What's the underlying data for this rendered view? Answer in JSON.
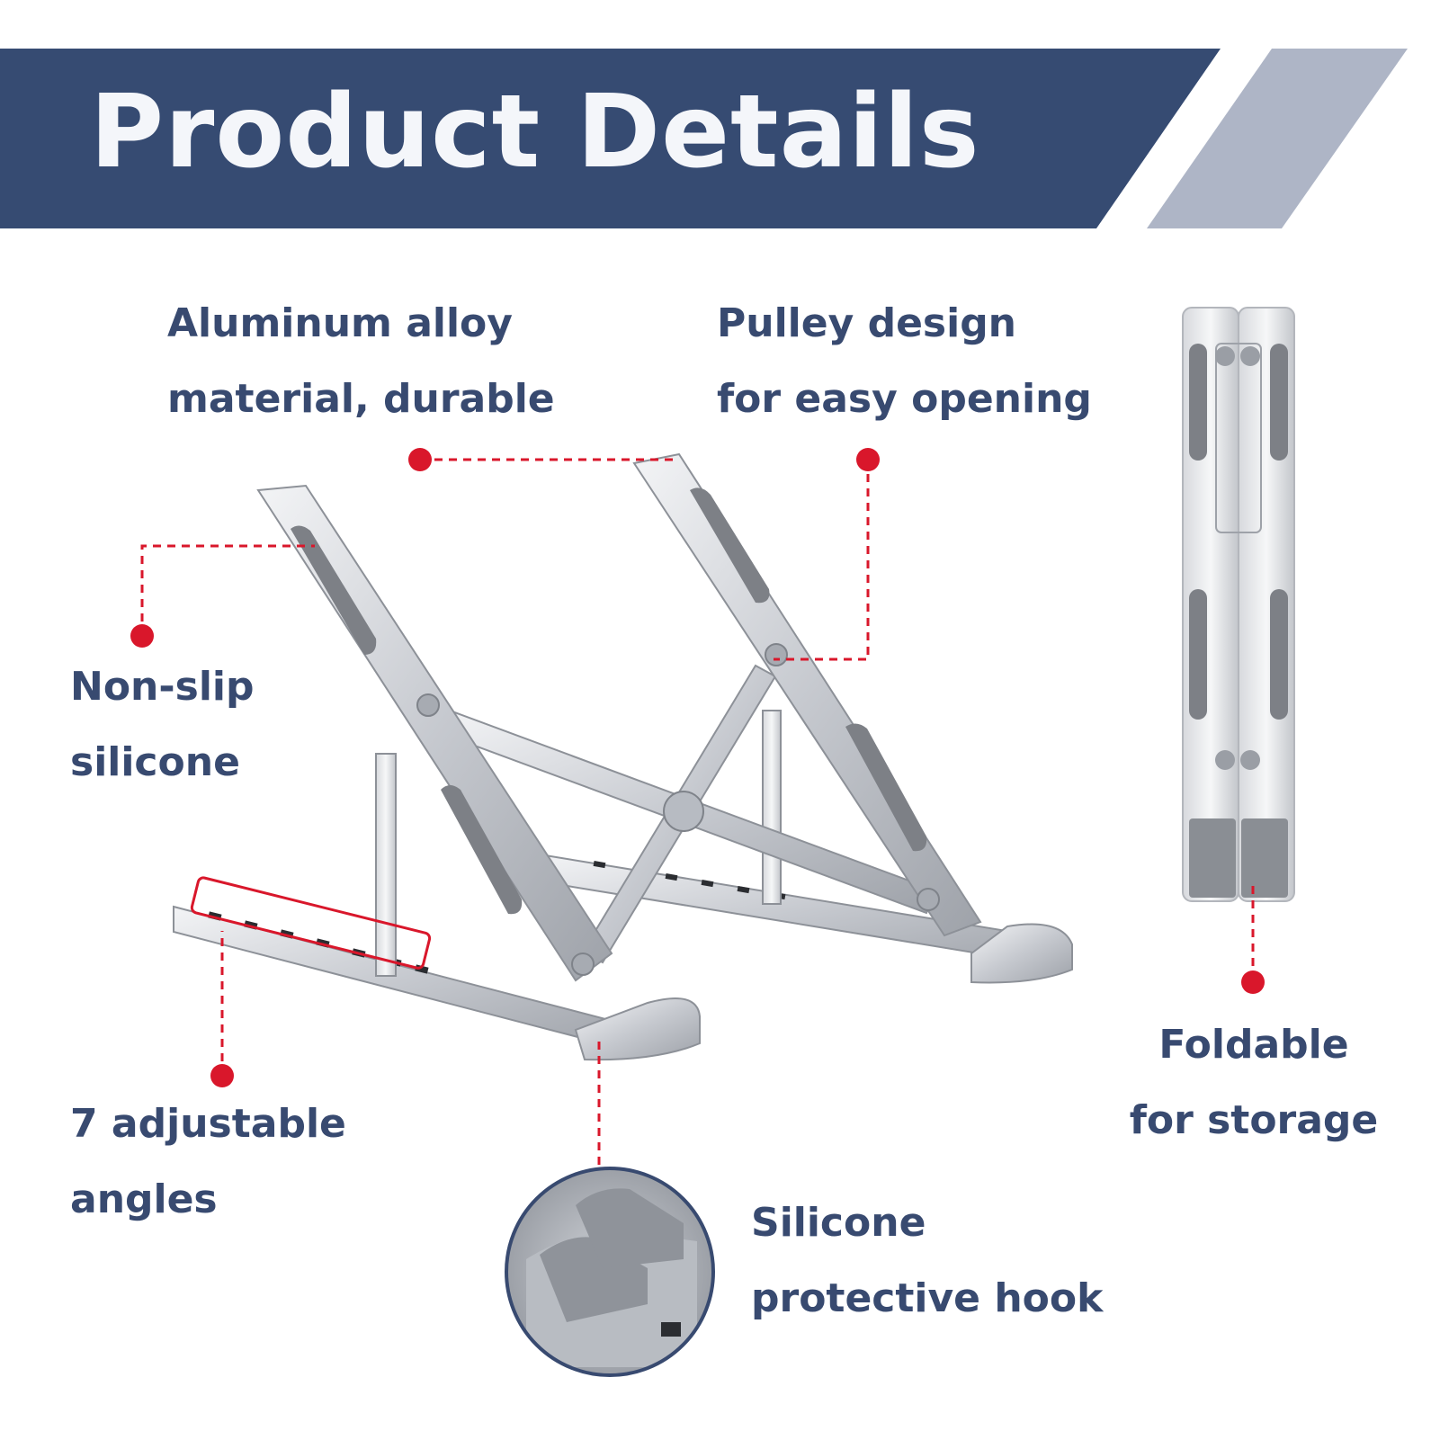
{
  "header": {
    "title": "Product Details"
  },
  "features": {
    "aluminum": {
      "line1": "Aluminum alloy",
      "line2": "material, durable"
    },
    "pulley": {
      "line1": "Pulley design",
      "line2": "for easy opening"
    },
    "nonslip": {
      "line1": "Non-slip",
      "line2": "silicone"
    },
    "angles": {
      "line1": "7 adjustable",
      "line2": "angles"
    },
    "hook": {
      "line1": "Silicone",
      "line2": "protective hook"
    },
    "foldable": {
      "line1": "Foldable",
      "line2": "for storage"
    }
  },
  "colors": {
    "navy": "#364b72",
    "slate": "#aeb5c6",
    "callout_red": "#d9172b",
    "text": "#384a70",
    "metal": "#c9ccd2",
    "pad": "#7d8086"
  },
  "icons": [
    "laptop-stand-illustration",
    "folded-stand-illustration",
    "hook-detail-magnifier"
  ]
}
